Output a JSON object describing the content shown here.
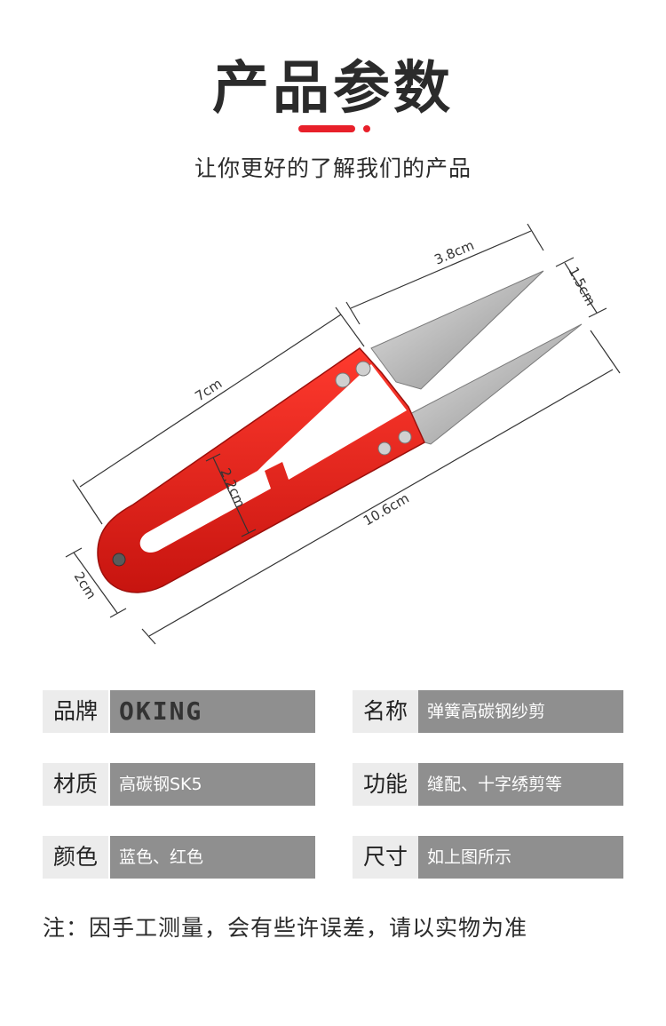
{
  "header": {
    "title": "产品参数",
    "subtitle": "让你更好的了解我们的产品",
    "accent_color": "#e8202a"
  },
  "figure": {
    "dimensions": {
      "blade_length": "3.8cm",
      "blade_width": "1.5cm",
      "handle_length": "7cm",
      "inner_width": "2.2cm",
      "total_length": "10.6cm",
      "handle_width": "2cm"
    },
    "handle_color": "#e21b1b"
  },
  "specs": {
    "brand_label": "品牌",
    "brand_value": "OKING",
    "name_label": "名称",
    "name_value": "弹簧高碳钢纱剪",
    "material_label": "材质",
    "material_value": "高碳钢SK5",
    "function_label": "功能",
    "function_value": "缝配、十字绣剪等",
    "color_label": "颜色",
    "color_value": "蓝色、红色",
    "size_label": "尺寸",
    "size_value": "如上图所示"
  },
  "note": "注：因手工测量，会有些许误差，请以实物为准"
}
